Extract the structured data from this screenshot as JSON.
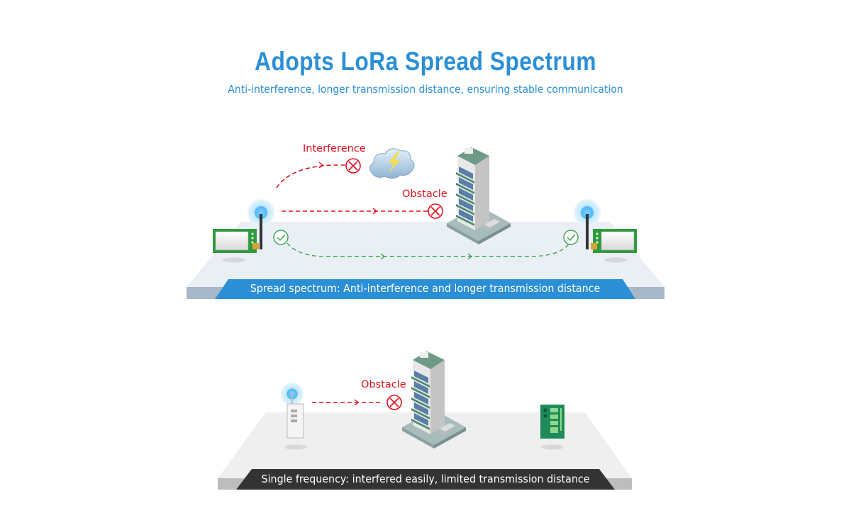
{
  "header": {
    "title": "Adopts LoRa Spread Spectrum",
    "subtitle": "Anti-interference, longer transmission distance, ensuring stable communication"
  },
  "spread_spectrum_scene": {
    "interference_label": "Interference",
    "obstacle_label": "Obstacle",
    "banner": "Spread spectrum: Anti-interference and longer transmission distance",
    "banner_color": "#2b8fd6"
  },
  "single_frequency_scene": {
    "obstacle_label": "Obstacle",
    "banner": "Single frequency: interfered easily, limited transmission distance",
    "banner_color": "#333333"
  },
  "colors": {
    "accent": "#2b8fd6",
    "fail": "#e0101e",
    "success": "#3aa64a"
  }
}
